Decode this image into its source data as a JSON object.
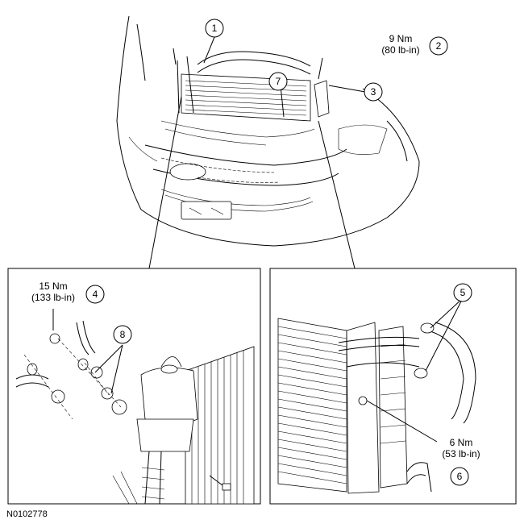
{
  "callouts": [
    {
      "number": "1"
    },
    {
      "number": "2"
    },
    {
      "number": "3"
    },
    {
      "number": "7"
    },
    {
      "number": "4"
    },
    {
      "number": "8"
    },
    {
      "number": "5"
    },
    {
      "number": "6"
    }
  ],
  "torques": [
    {
      "callout": "2",
      "nm": "9 Nm",
      "lbin": "(80 lb-in)"
    },
    {
      "callout": "4",
      "nm": "15 Nm",
      "lbin": "(133 lb-in)"
    },
    {
      "callout": "6",
      "nm": "6 Nm",
      "lbin": "(53 lb-in)"
    }
  ],
  "figure_id": "N0102778"
}
